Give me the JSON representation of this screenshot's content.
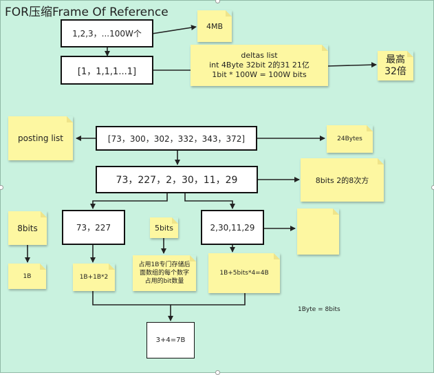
{
  "title": "FOR压缩Frame Of Reference",
  "boxes": {
    "source": "1,2,3，...100W个",
    "deltas_box": "[1，1,1,1...1]",
    "posting_array": "[73，300，302，332，343，372]",
    "delta_array": "73，227，2，30，11，29",
    "block_a": "73，227",
    "block_b": "2,30,11,29",
    "total": "3+4=7B"
  },
  "notes": {
    "mb4": "4MB",
    "deltas_line1": "deltas list",
    "deltas_line2": "int 4Byte 32bit  2的31 21亿",
    "deltas_line3": "1bit * 100W = 100W bits",
    "best_line1": "最高",
    "best_line2": "32倍",
    "posting_list": "posting list",
    "bytes24": "24Bytes",
    "bits8_pow": "8bits 2的8次方",
    "bits8": "8bits",
    "bits5": "5bits",
    "b1": "1B",
    "b1b": "1B+1B*2",
    "storage_line1": "占用1B专门存储后",
    "storage_line2": "面数组的每个数字",
    "storage_line3": "占用的bit数量",
    "b1_5bits": "1B+5bits*4=4B",
    "empty_note": ""
  },
  "footnote": "1Byte = 8bits"
}
